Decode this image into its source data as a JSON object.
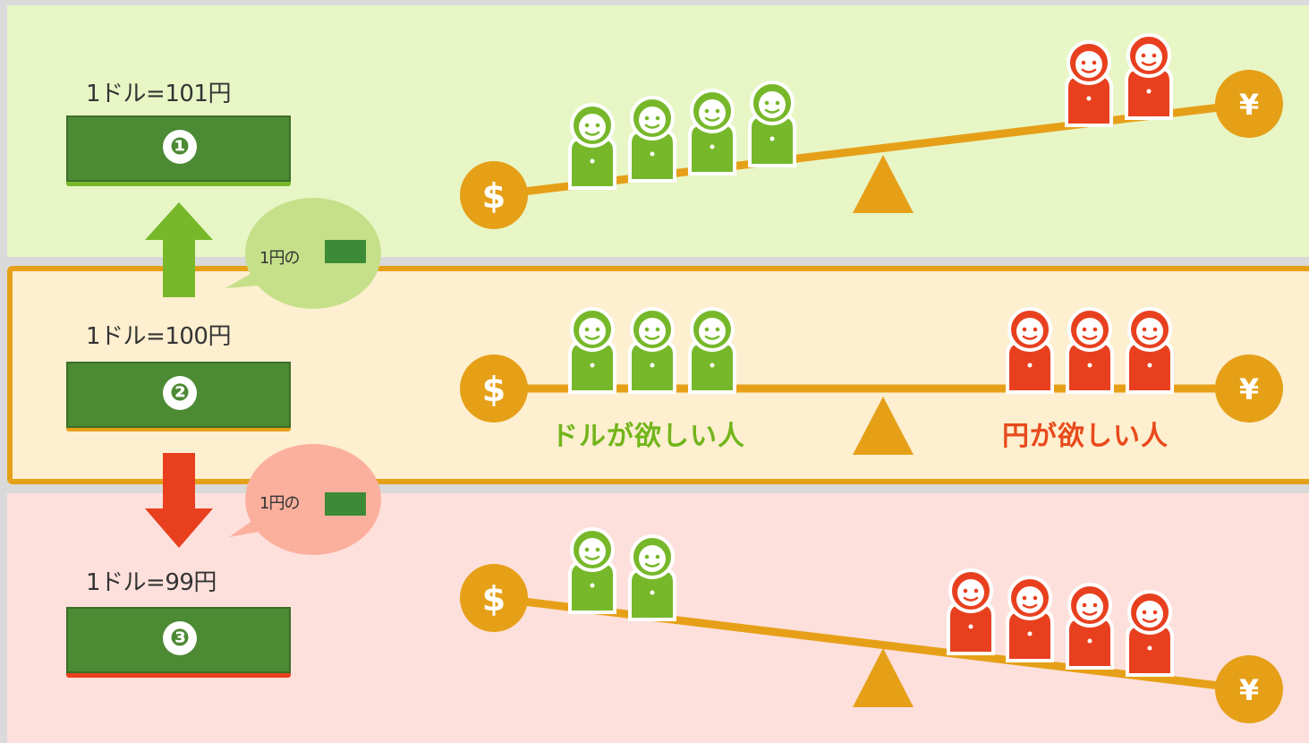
{
  "rows": [
    {
      "rate_label": "1ドル=101円",
      "marker": "❶",
      "bubble_text": "1円の"
    },
    {
      "rate_label": "1ドル=100円",
      "marker": "❷"
    },
    {
      "rate_label": "1ドル=99円",
      "marker": "❸",
      "bubble_text": "1円の"
    }
  ],
  "captions": {
    "dollar_group": "ドルが欲しい人",
    "yen_group": "円が欲しい人"
  },
  "symbols": {
    "dollar": "$",
    "yen": "¥"
  },
  "icons": [
    "dollar-coin-icon",
    "yen-coin-icon",
    "person-icon",
    "up-arrow-icon",
    "down-arrow-icon",
    "fulcrum-icon",
    "speech-bubble-icon"
  ],
  "colors": {
    "green": "#77b82a",
    "red": "#e8401f",
    "gold": "#e6a018",
    "bill": "#4c8a34",
    "band_top": "#e8f6c6",
    "band_mid": "#fdefcf",
    "band_bot": "#fde0dc"
  }
}
